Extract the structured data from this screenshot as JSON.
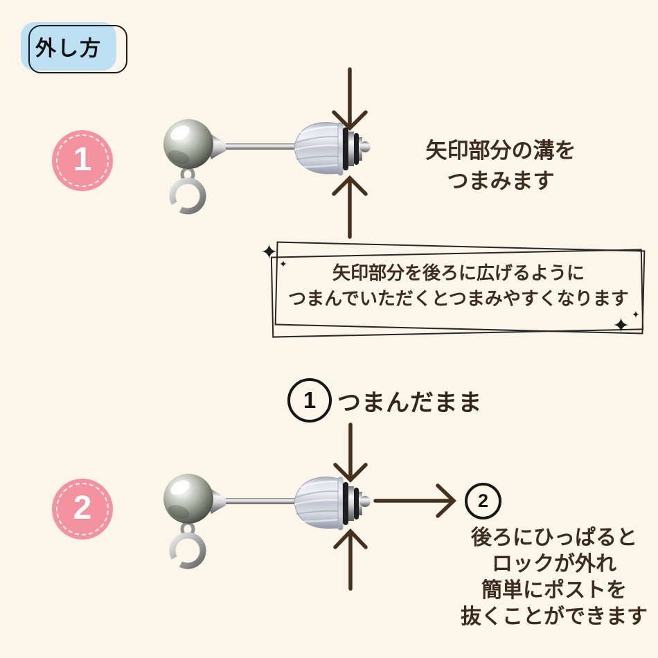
{
  "colors": {
    "background": "#FBF6E9",
    "text": "#3D2B20",
    "arrow": "#44301C",
    "badge_bg": "#BDE1F3",
    "step_circle": "#F4929F",
    "outline": "#1C1C1C"
  },
  "badge": {
    "label": "外し方"
  },
  "step1": {
    "number": "1",
    "caption_line1": "矢印部分の溝を",
    "caption_line2": "つまみます"
  },
  "note": {
    "line1": "矢印部分を後ろに広げるように",
    "line2": "つまんでいただくとつまみやすくなります",
    "sparkle_glyph": "✦"
  },
  "step2": {
    "number": "2",
    "marker1_number": "1",
    "marker1_label": "つまんだまま",
    "marker2_number": "2",
    "caption_line1": "後ろにひっぱると",
    "caption_line2": "ロックが外れ",
    "caption_line3": "簡単にポストを",
    "caption_line4": "抜くことができます"
  }
}
